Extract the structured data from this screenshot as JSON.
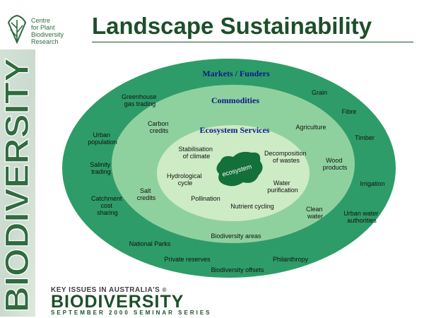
{
  "header": {
    "title": "Landscape Sustainability",
    "logo_text": "Centre\nfor Plant\nBiodiversity\nResearch"
  },
  "side_strip": {
    "text": "BIODIVERSITY"
  },
  "footer": {
    "kicker": "KEY ISSUES IN AUSTRALIA'S",
    "kicker_mark": "®",
    "main": "BIODIVERSITY",
    "sub": "SEPTEMBER 2000 SEMINAR SERIES"
  },
  "colors": {
    "outer_ring": "#2e9c68",
    "middle_ring": "#8fd19e",
    "inner_ellipse": "#cdebc5",
    "ecosystem_blob": "#14703a",
    "ring_title": "#0c1a8a",
    "title": "#1d4f2a"
  },
  "diagram": {
    "rings": {
      "outer": "Markets / Funders",
      "middle": "Commodities",
      "inner": "Ecosystem Services"
    },
    "core_label": "ecosystem",
    "outer_items": {
      "greenhouse": [
        "Greenhouse",
        "gas trading"
      ],
      "grain": "Grain",
      "fibre": "Fibre",
      "urban_population": [
        "Urban",
        "population"
      ],
      "timber": "Timber",
      "salinity_trading": [
        "Salinity",
        "trading"
      ],
      "irrigation": "Irrigation",
      "catchment": [
        "Catchment",
        "cost",
        "sharing"
      ],
      "urban_water": [
        "Urban water",
        "authorities"
      ],
      "national_parks": "National Parks",
      "private_reserves": "Private reserves",
      "philanthropy": "Philanthropy",
      "biodiversity_offsets": "Biodiversity offsets"
    },
    "middle_items": {
      "carbon_credits": [
        "Carbon",
        "credits"
      ],
      "agriculture": "Agriculture",
      "wood_products": [
        "Wood",
        "products"
      ],
      "salt_credits": [
        "Salt",
        "credits"
      ],
      "clean_water": [
        "Clean",
        "water"
      ],
      "biodiversity_areas": "Biodiversity areas"
    },
    "inner_items": {
      "stabilisation": [
        "Stabilisation",
        "of climate"
      ],
      "decomposition": [
        "Decomposition",
        "of wastes"
      ],
      "hydrological": [
        "Hydrological",
        "cycle"
      ],
      "water_purification": [
        "Water",
        "purification"
      ],
      "pollination": "Pollination",
      "nutrient_cycling": "Nutrient cycling"
    }
  }
}
